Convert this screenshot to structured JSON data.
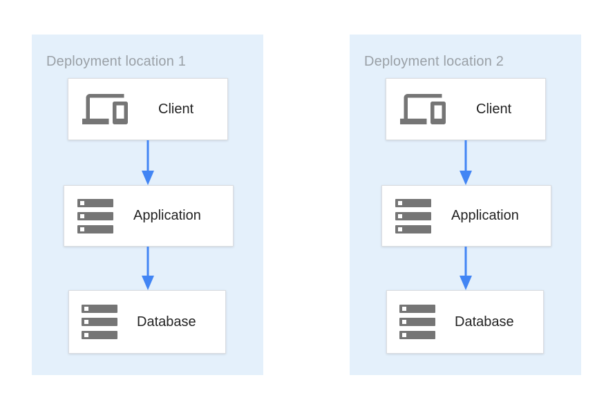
{
  "colors": {
    "panel_background": "#e4f0fb",
    "box_border": "#dadce0",
    "arrow_blue": "#4285f4",
    "icon_gray": "#757575",
    "title_gray": "#9aa0a6",
    "label_dark": "#212121",
    "page_background": "#ffffff"
  },
  "diagram": {
    "panels": [
      {
        "title": "Deployment location 1",
        "nodes": [
          {
            "label": "Client",
            "icon": "devices-icon"
          },
          {
            "label": "Application",
            "icon": "server-stack-icon"
          },
          {
            "label": "Database",
            "icon": "server-stack-icon"
          }
        ],
        "connections": [
          {
            "from": "Client",
            "to": "Application",
            "style": "arrow-down"
          },
          {
            "from": "Application",
            "to": "Database",
            "style": "arrow-down"
          }
        ]
      },
      {
        "title": "Deployment location 2",
        "nodes": [
          {
            "label": "Client",
            "icon": "devices-icon"
          },
          {
            "label": "Application",
            "icon": "server-stack-icon"
          },
          {
            "label": "Database",
            "icon": "server-stack-icon"
          }
        ],
        "connections": [
          {
            "from": "Client",
            "to": "Application",
            "style": "arrow-down"
          },
          {
            "from": "Application",
            "to": "Database",
            "style": "arrow-down"
          }
        ]
      }
    ]
  }
}
